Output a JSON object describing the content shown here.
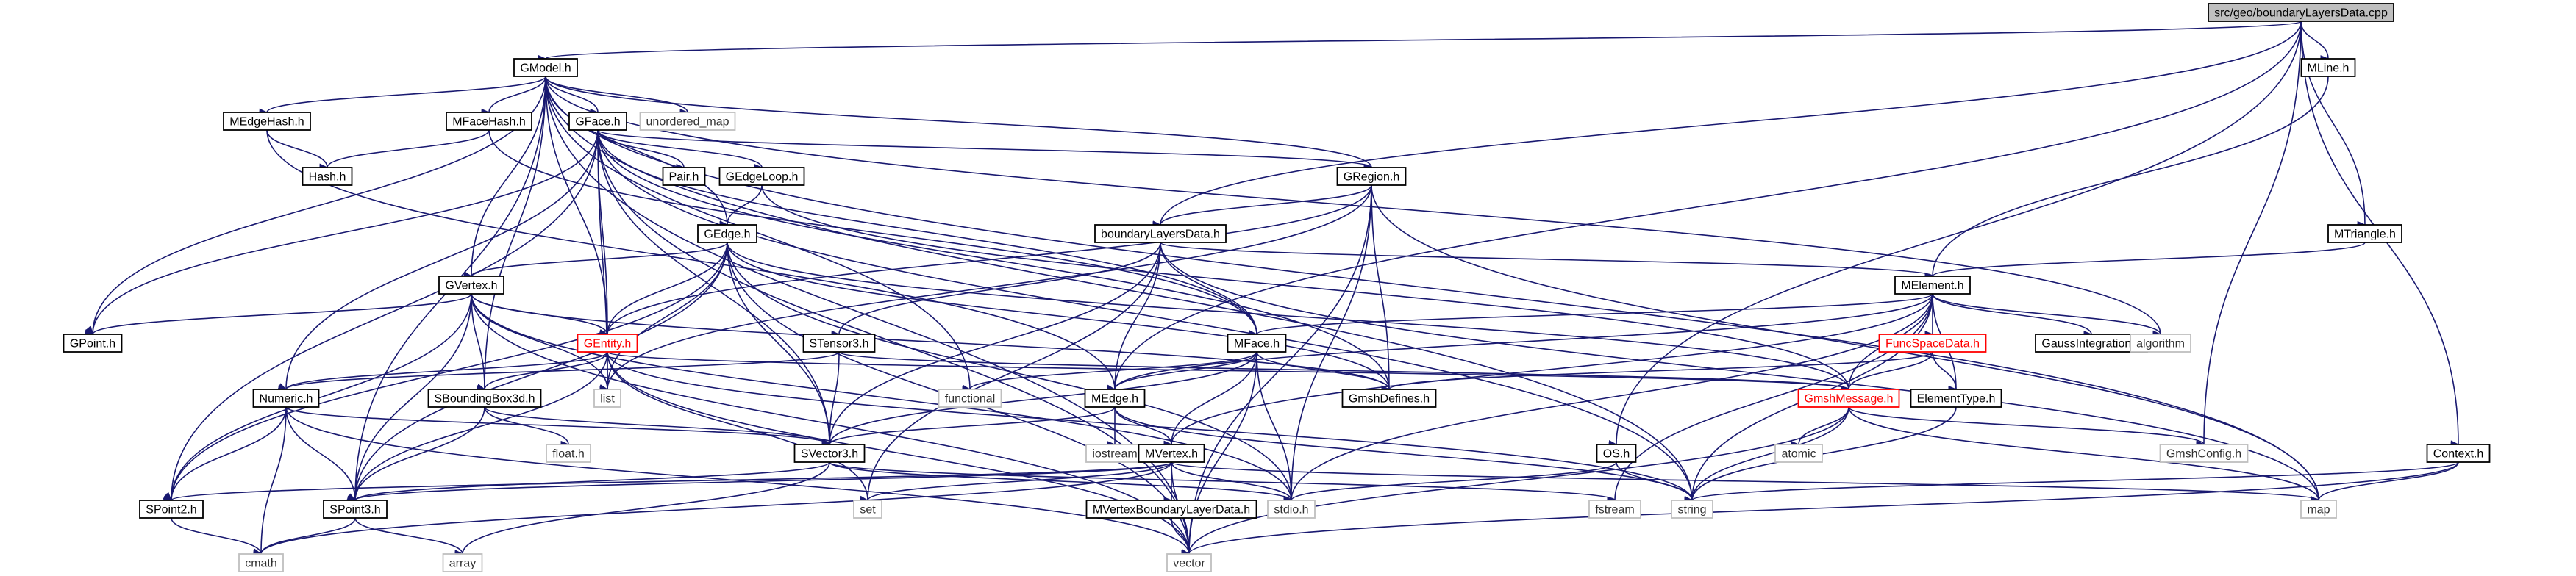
{
  "diagram": {
    "root": "src/geo/boundaryLayersData.cpp",
    "nodes": {
      "root": {
        "label": "src/geo/boundaryLayersData.cpp",
        "kind": "root"
      },
      "gmodel": {
        "label": "GModel.h",
        "kind": "box"
      },
      "mline": {
        "label": "MLine.h",
        "kind": "box"
      },
      "unordered_map": {
        "label": "unordered_map",
        "kind": "plain"
      },
      "medgehash": {
        "label": "MEdgeHash.h",
        "kind": "box"
      },
      "mfacehash": {
        "label": "MFaceHash.h",
        "kind": "box"
      },
      "gface": {
        "label": "GFace.h",
        "kind": "box"
      },
      "hash": {
        "label": "Hash.h",
        "kind": "box"
      },
      "pair": {
        "label": "Pair.h",
        "kind": "box"
      },
      "gedgeloop": {
        "label": "GEdgeLoop.h",
        "kind": "box"
      },
      "gregion": {
        "label": "GRegion.h",
        "kind": "box"
      },
      "mtriangle": {
        "label": "MTriangle.h",
        "kind": "box"
      },
      "bld": {
        "label": "boundaryLayersData.h",
        "kind": "box"
      },
      "gedge": {
        "label": "GEdge.h",
        "kind": "box"
      },
      "melement": {
        "label": "MElement.h",
        "kind": "box"
      },
      "gvertex": {
        "label": "GVertex.h",
        "kind": "box"
      },
      "gpoint": {
        "label": "GPoint.h",
        "kind": "box"
      },
      "gentity": {
        "label": "GEntity.h",
        "kind": "red"
      },
      "stensor3": {
        "label": "STensor3.h",
        "kind": "box"
      },
      "mface": {
        "label": "MFace.h",
        "kind": "box"
      },
      "funcspace": {
        "label": "FuncSpaceData.h",
        "kind": "red"
      },
      "gaussint": {
        "label": "GaussIntegration.h",
        "kind": "box"
      },
      "algorithm": {
        "label": "algorithm",
        "kind": "plain"
      },
      "numeric": {
        "label": "Numeric.h",
        "kind": "box"
      },
      "sbbox": {
        "label": "SBoundingBox3d.h",
        "kind": "box"
      },
      "list": {
        "label": "list",
        "kind": "plain"
      },
      "functional": {
        "label": "functional",
        "kind": "plain"
      },
      "gmshdefines": {
        "label": "GmshDefines.h",
        "kind": "box"
      },
      "gmshmessage": {
        "label": "GmshMessage.h",
        "kind": "red"
      },
      "elementtype": {
        "label": "ElementType.h",
        "kind": "box"
      },
      "medge": {
        "label": "MEdge.h",
        "kind": "box"
      },
      "floath": {
        "label": "float.h",
        "kind": "plain"
      },
      "svector3": {
        "label": "SVector3.h",
        "kind": "box"
      },
      "iostream": {
        "label": "iostream",
        "kind": "plain"
      },
      "atomic": {
        "label": "atomic",
        "kind": "plain"
      },
      "gmshconfig": {
        "label": "GmshConfig.h",
        "kind": "plain"
      },
      "osh": {
        "label": "OS.h",
        "kind": "box"
      },
      "context": {
        "label": "Context.h",
        "kind": "box"
      },
      "mvertex": {
        "label": "MVertex.h",
        "kind": "box"
      },
      "spoint2": {
        "label": "SPoint2.h",
        "kind": "box"
      },
      "spoint3": {
        "label": "SPoint3.h",
        "kind": "box"
      },
      "set": {
        "label": "set",
        "kind": "plain"
      },
      "stdio": {
        "label": "stdio.h",
        "kind": "plain"
      },
      "fstream": {
        "label": "fstream",
        "kind": "plain"
      },
      "string": {
        "label": "string",
        "kind": "plain"
      },
      "map": {
        "label": "map",
        "kind": "plain"
      },
      "mvbld": {
        "label": "MVertexBoundaryLayerData.h",
        "kind": "box"
      },
      "cmath": {
        "label": "cmath",
        "kind": "plain"
      },
      "array": {
        "label": "array",
        "kind": "plain"
      },
      "vector": {
        "label": "vector",
        "kind": "plain"
      }
    },
    "edges": [
      [
        "root",
        "gmodel"
      ],
      [
        "root",
        "mline"
      ],
      [
        "root",
        "bld"
      ],
      [
        "root",
        "osh"
      ],
      [
        "root",
        "context"
      ],
      [
        "root",
        "gmshconfig"
      ],
      [
        "root",
        "medge"
      ],
      [
        "gmodel",
        "unordered_map"
      ],
      [
        "gmodel",
        "medgehash"
      ],
      [
        "gmodel",
        "mfacehash"
      ],
      [
        "gmodel",
        "gface"
      ],
      [
        "gmodel",
        "gregion"
      ],
      [
        "gmodel",
        "gvertex"
      ],
      [
        "gmodel",
        "gedge"
      ],
      [
        "gmodel",
        "sbbox"
      ],
      [
        "gmodel",
        "spoint3"
      ],
      [
        "gmodel",
        "gentity"
      ],
      [
        "gmodel",
        "string"
      ],
      [
        "gmodel",
        "map"
      ],
      [
        "gmodel",
        "vector"
      ],
      [
        "gmodel",
        "functional"
      ],
      [
        "gmodel",
        "algorithm"
      ],
      [
        "gmodel",
        "gpoint"
      ],
      [
        "mline",
        "melement"
      ],
      [
        "mtriangle",
        "melement"
      ],
      [
        "root",
        "mtriangle"
      ],
      [
        "medgehash",
        "hash"
      ],
      [
        "medgehash",
        "medge"
      ],
      [
        "mfacehash",
        "hash"
      ],
      [
        "mfacehash",
        "mface"
      ],
      [
        "gface",
        "pair"
      ],
      [
        "gface",
        "gedgeloop"
      ],
      [
        "gface",
        "gentity"
      ],
      [
        "gface",
        "gpoint"
      ],
      [
        "gface",
        "list"
      ],
      [
        "gface",
        "numeric"
      ],
      [
        "gface",
        "svector3"
      ],
      [
        "gface",
        "spoint2"
      ],
      [
        "gface",
        "gmshdefines"
      ],
      [
        "gface",
        "string"
      ],
      [
        "gface",
        "vector"
      ],
      [
        "gface",
        "mface"
      ],
      [
        "gface",
        "gregion"
      ],
      [
        "gedgeloop",
        "gedge"
      ],
      [
        "gedgeloop",
        "gmshmessage"
      ],
      [
        "gregion",
        "gentity"
      ],
      [
        "gregion",
        "list"
      ],
      [
        "gregion",
        "gmshdefines"
      ],
      [
        "gregion",
        "vector"
      ],
      [
        "gregion",
        "stdio"
      ],
      [
        "gregion",
        "bld"
      ],
      [
        "gregion",
        "map"
      ],
      [
        "bld",
        "stensor3"
      ],
      [
        "bld",
        "mface"
      ],
      [
        "bld",
        "medge"
      ],
      [
        "bld",
        "set"
      ],
      [
        "bld",
        "svector3"
      ],
      [
        "bld",
        "melement"
      ],
      [
        "bld",
        "map"
      ],
      [
        "gedge",
        "gvertex"
      ],
      [
        "gedge",
        "gentity"
      ],
      [
        "gedge",
        "svector3"
      ],
      [
        "gedge",
        "spoint3"
      ],
      [
        "gedge",
        "spoint2"
      ],
      [
        "gedge",
        "vector"
      ],
      [
        "gedge",
        "gmshdefines"
      ],
      [
        "gedge",
        "gmshmessage"
      ],
      [
        "gedge",
        "list"
      ],
      [
        "gedge",
        "stdio"
      ],
      [
        "melement",
        "mface"
      ],
      [
        "melement",
        "medge"
      ],
      [
        "melement",
        "funcspace"
      ],
      [
        "melement",
        "gaussint"
      ],
      [
        "melement",
        "algorithm"
      ],
      [
        "melement",
        "gmshmessage"
      ],
      [
        "melement",
        "elementtype"
      ],
      [
        "melement",
        "mvertex"
      ],
      [
        "melement",
        "stdio"
      ],
      [
        "melement",
        "string"
      ],
      [
        "melement",
        "fstream"
      ],
      [
        "gvertex",
        "gpoint"
      ],
      [
        "gvertex",
        "gentity"
      ],
      [
        "gvertex",
        "list"
      ],
      [
        "gvertex",
        "sbbox"
      ],
      [
        "gvertex",
        "spoint2"
      ],
      [
        "gvertex",
        "spoint3"
      ],
      [
        "gvertex",
        "gmshdefines"
      ],
      [
        "gvertex",
        "stdio"
      ],
      [
        "gvertex",
        "vector"
      ],
      [
        "gentity",
        "numeric"
      ],
      [
        "gentity",
        "sbbox"
      ],
      [
        "gentity",
        "list"
      ],
      [
        "gentity",
        "spoint3"
      ],
      [
        "gentity",
        "set"
      ],
      [
        "gentity",
        "vector"
      ],
      [
        "gentity",
        "gmshmessage"
      ],
      [
        "gentity",
        "string"
      ],
      [
        "stensor3",
        "svector3"
      ],
      [
        "stensor3",
        "numeric"
      ],
      [
        "stensor3",
        "gmshmessage"
      ],
      [
        "mface",
        "medge"
      ],
      [
        "mface",
        "mvertex"
      ],
      [
        "mface",
        "svector3"
      ],
      [
        "mface",
        "vector"
      ],
      [
        "mface",
        "functional"
      ],
      [
        "mface",
        "gmshdefines"
      ],
      [
        "mface",
        "stdio"
      ],
      [
        "funcspace",
        "gmshmessage"
      ],
      [
        "funcspace",
        "elementtype"
      ],
      [
        "funcspace",
        "gmshdefines"
      ],
      [
        "numeric",
        "cmath"
      ],
      [
        "numeric",
        "spoint2"
      ],
      [
        "numeric",
        "spoint3"
      ],
      [
        "numeric",
        "svector3"
      ],
      [
        "numeric",
        "vector"
      ],
      [
        "sbbox",
        "floath"
      ],
      [
        "sbbox",
        "spoint3"
      ],
      [
        "sbbox",
        "svector3"
      ],
      [
        "gmshmessage",
        "string"
      ],
      [
        "gmshmessage",
        "atomic"
      ],
      [
        "gmshmessage",
        "gmshconfig"
      ],
      [
        "gmshmessage",
        "vector"
      ],
      [
        "gmshmessage",
        "map"
      ],
      [
        "elementtype",
        "string"
      ],
      [
        "medge",
        "mvertex"
      ],
      [
        "medge",
        "svector3"
      ],
      [
        "medge",
        "iostream"
      ],
      [
        "medge",
        "string"
      ],
      [
        "svector3",
        "spoint3"
      ],
      [
        "svector3",
        "array"
      ],
      [
        "svector3",
        "stdio"
      ],
      [
        "svector3",
        "fstream"
      ],
      [
        "osh",
        "string"
      ],
      [
        "osh",
        "stdio"
      ],
      [
        "context",
        "map"
      ],
      [
        "context",
        "vector"
      ],
      [
        "context",
        "string"
      ],
      [
        "mvertex",
        "spoint2"
      ],
      [
        "mvertex",
        "spoint3"
      ],
      [
        "mvertex",
        "mvbld"
      ],
      [
        "mvertex",
        "set"
      ],
      [
        "mvertex",
        "stdio"
      ],
      [
        "mvertex",
        "cmath"
      ],
      [
        "mvertex",
        "map"
      ],
      [
        "mvertex",
        "vector"
      ],
      [
        "mvbld",
        "vector"
      ],
      [
        "spoint2",
        "cmath"
      ],
      [
        "spoint3",
        "cmath"
      ],
      [
        "spoint3",
        "array"
      ]
    ]
  }
}
